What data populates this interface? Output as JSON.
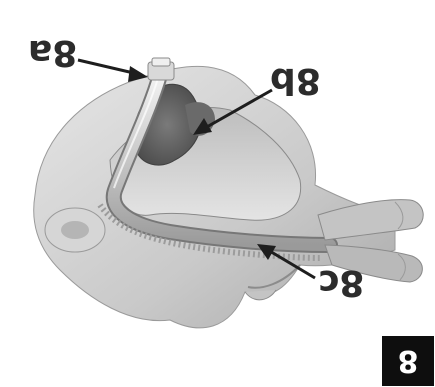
{
  "labels": {
    "a": "8a",
    "b": "8b",
    "c": "8c"
  },
  "figure_number": "8"
}
